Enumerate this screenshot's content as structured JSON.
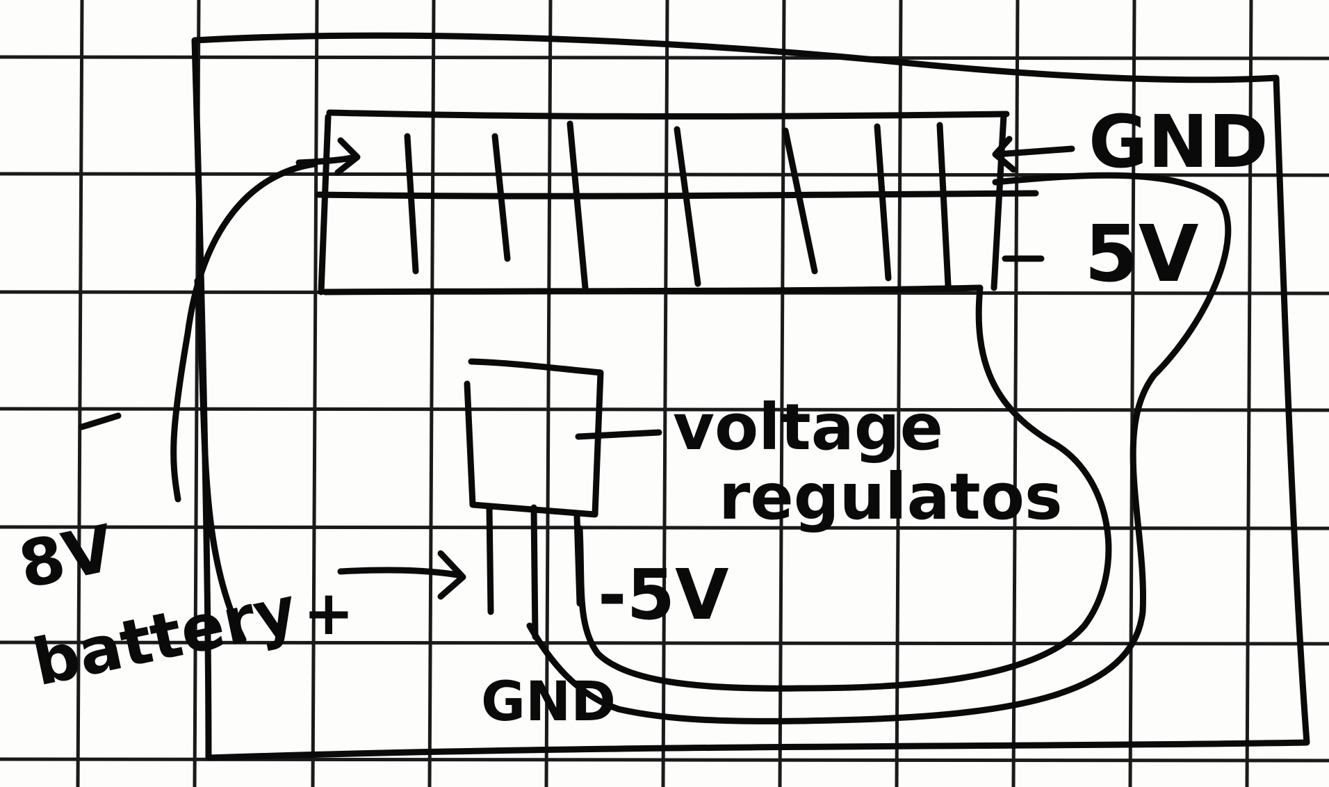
{
  "labels": {
    "gnd_top": "GND",
    "five_v_top": "5V",
    "voltage_regulator_line1": "voltage",
    "voltage_regulator_line2": "regulatos",
    "battery_line1": "8V",
    "battery_line2": "battery",
    "battery_negative": "-",
    "battery_positive": "+",
    "regulator_output": "-5V",
    "gnd_bottom": "GND"
  },
  "colors": {
    "ink": "#0a0a0a",
    "paper": "#fdfdfb",
    "grid": "#1a1a1a"
  }
}
